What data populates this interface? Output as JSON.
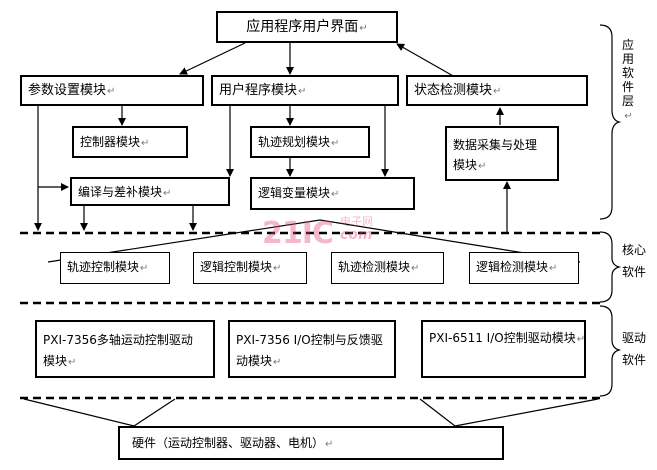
{
  "boxes": {
    "app_ui": "应用程序用户界面",
    "param_setting": "参数设置模块",
    "user_program": "用户程序模块",
    "status_detect": "状态检测模块",
    "controller": "控制器模块",
    "trajectory_plan": "轨迹规划模块",
    "data_acq_line1": "数据采集与处理",
    "data_acq_line2": "模块",
    "compile_interp": "编译与差补模块",
    "logic_var": "逻辑变量模块",
    "traj_control": "轨迹控制模块",
    "logic_control": "逻辑控制模块",
    "traj_detect": "轨迹检测模块",
    "logic_detect": "逻辑检测模块",
    "pxi7356_motion_line1": "PXI-7356多轴运动控制驱动",
    "pxi7356_motion_line2": "模块",
    "pxi7356_io_line1": "PXI-7356 I/O控制与反馈驱",
    "pxi7356_io_line2": "动模块",
    "pxi6511_io": "PXI-6511 I/O控制驱动模块",
    "hardware": "硬件（运动控制器、驱动器、电机）"
  },
  "layers": {
    "app_layer": "应用软件层",
    "core_line1": "核心",
    "core_line2": "软件",
    "driver_line1": "驱动",
    "driver_line2": "软件"
  },
  "watermark": {
    "logo": "21IC",
    "site_cn": "电子网",
    "site_en": "com"
  },
  "marker": "↵",
  "colors": {
    "line": "#000000",
    "watermark": "#e4477a",
    "marker": "#777777"
  }
}
